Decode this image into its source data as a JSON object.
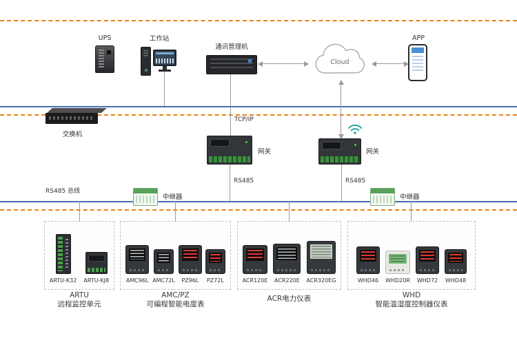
{
  "top": {
    "ups_label": "UPS",
    "workstation_label": "工作站",
    "comm_manager_label": "通讯管理机",
    "cloud_label": "Cloud",
    "app_label": "APP"
  },
  "network": {
    "switch_label": "交换机",
    "tcpip_label": "TCP/IP",
    "gateway_left_label": "网关",
    "gateway_right_label": "网关",
    "rs485_left_label": "RS485",
    "rs485_right_label": "RS485",
    "rs485_bus_label": "RS485 总线",
    "repeater_left_label": "中继器",
    "repeater_right_label": "中继器"
  },
  "groups": [
    {
      "title": "ARTU",
      "subtitle": "远程监控单元",
      "devices": [
        "ARTU-K32",
        "ARTU-KJ8"
      ]
    },
    {
      "title": "AMC/PZ",
      "subtitle": "可编程智能电度表",
      "devices": [
        "AMC96L",
        "AMC72L",
        "PZ96L",
        "PZ72L"
      ]
    },
    {
      "title": "ACR电力仪表",
      "subtitle": "",
      "devices": [
        "ACR120E",
        "ACR220E",
        "ACR320EG"
      ]
    },
    {
      "title": "WHD",
      "subtitle": "智能温湿度控制器仪表",
      "devices": [
        "WHD46",
        "WHD20R",
        "WHD72",
        "WHD48"
      ]
    }
  ],
  "colors": {
    "bus_orange": "#E8820C",
    "line_blue": "#3F6FB5",
    "accent_green": "#3E8E41",
    "wifi_teal": "#2FA7A0"
  }
}
